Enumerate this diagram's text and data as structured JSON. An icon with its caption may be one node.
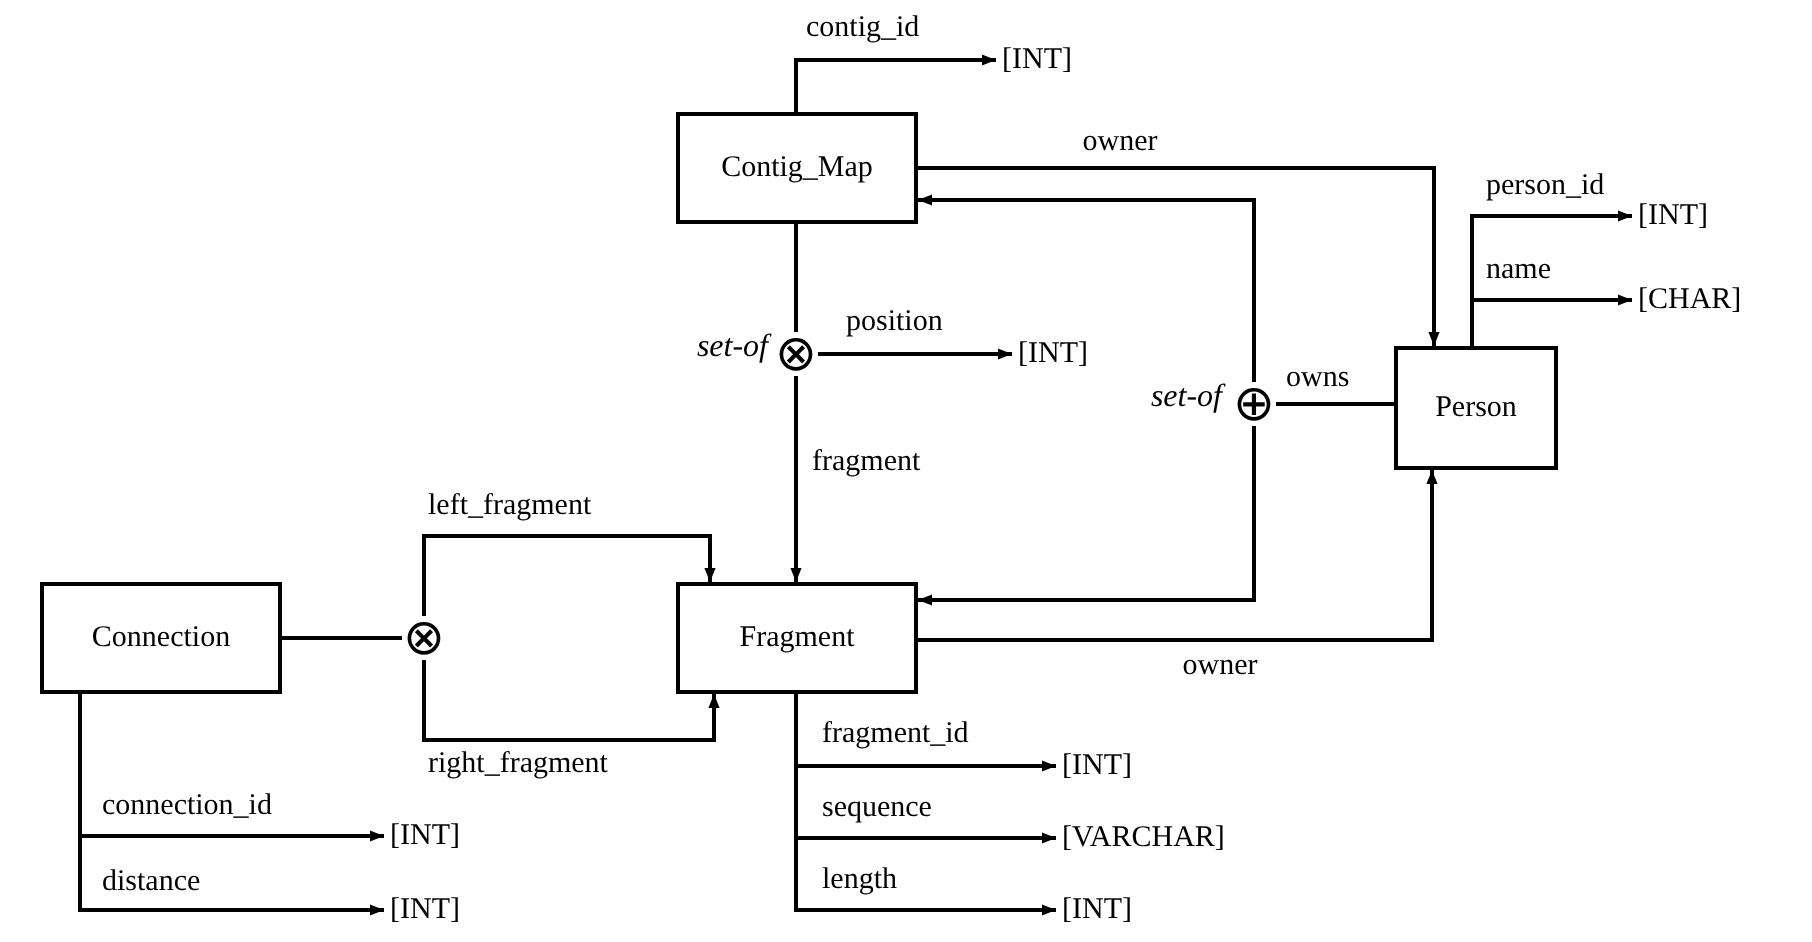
{
  "diagram": {
    "nodes": [
      {
        "text": [
          "Contig_Map"
        ]
      },
      {
        "text": [
          "Person"
        ]
      },
      {
        "text": [
          "Connection"
        ]
      },
      {
        "text": [
          "Fragment"
        ]
      },
      {
        "text": [
          "⊗"
        ],
        "beside": [
          "set-of"
        ]
      },
      {
        "text": [
          "⊕"
        ],
        "beside": [
          "set-of"
        ]
      },
      {
        "text": [
          "⊗"
        ]
      },
      {
        "text": [
          "[INT]"
        ]
      },
      {
        "text": [
          "[INT]"
        ]
      },
      {
        "text": [
          "[INT]"
        ]
      },
      {
        "text": [
          "[CHAR]"
        ]
      },
      {
        "text": [
          "[INT]"
        ]
      },
      {
        "text": [
          "[INT]"
        ]
      },
      {
        "text": [
          "[INT]"
        ]
      },
      {
        "text": [
          "[VARCHAR]"
        ]
      },
      {
        "text": [
          "[INT]"
        ]
      }
    ],
    "edges": [
      {
        "from": 0,
        "to": 7,
        "arrow": "to",
        "label": "contig_id"
      },
      {
        "from": 0,
        "to": 1,
        "arrow": "to",
        "label": "owner"
      },
      {
        "from": 5,
        "to": 0,
        "arrow": "to"
      },
      {
        "from": 5,
        "to": 3,
        "arrow": "to"
      },
      {
        "from": 1,
        "to": 5,
        "arrow": "none",
        "label": "owns"
      },
      {
        "from": 0,
        "to": 4,
        "arrow": "none"
      },
      {
        "from": 4,
        "to": 8,
        "arrow": "to",
        "label": "position"
      },
      {
        "from": 4,
        "to": 3,
        "arrow": "to",
        "label": "fragment"
      },
      {
        "from": 2,
        "to": 6,
        "arrow": "none"
      },
      {
        "from": 6,
        "to": 3,
        "arrow": "to",
        "label": "left_fragment"
      },
      {
        "from": 6,
        "to": 3,
        "arrow": "to",
        "label": "right_fragment"
      },
      {
        "from": 3,
        "to": 1,
        "arrow": "to",
        "label": "owner"
      },
      {
        "from": 1,
        "to": 9,
        "arrow": "to",
        "label": "person_id"
      },
      {
        "from": 1,
        "to": 10,
        "arrow": "to",
        "label": "name"
      },
      {
        "from": 2,
        "to": 11,
        "arrow": "to",
        "label": "connection_id"
      },
      {
        "from": 2,
        "to": 12,
        "arrow": "to",
        "label": "distance"
      },
      {
        "from": 3,
        "to": 13,
        "arrow": "to",
        "label": "fragment_id"
      },
      {
        "from": 3,
        "to": 14,
        "arrow": "to",
        "label": "sequence"
      },
      {
        "from": 3,
        "to": 15,
        "arrow": "to",
        "label": "length"
      }
    ]
  }
}
